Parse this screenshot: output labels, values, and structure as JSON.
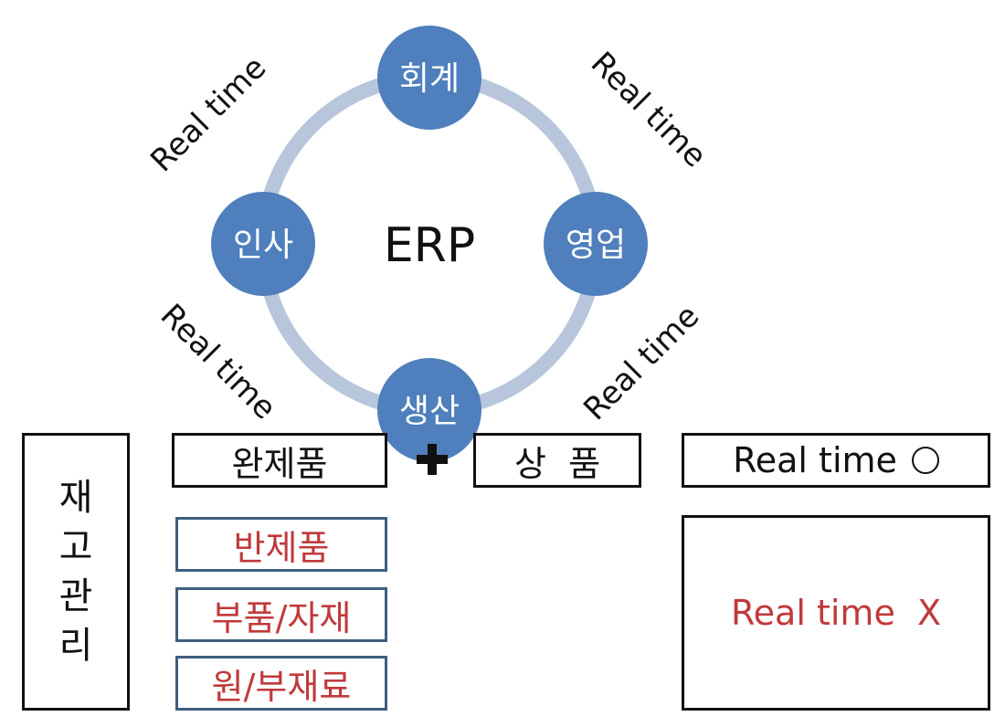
{
  "center_label": "ERP",
  "nodes": {
    "top": "회계",
    "left": "인사",
    "right": "영업",
    "bottom": "생산"
  },
  "connector_labels": {
    "top_left": "Real time",
    "top_right": "Real time",
    "bottom_left": "Real time",
    "bottom_right": "Real time"
  },
  "inventory": {
    "title_chars": [
      "재",
      "고",
      "관",
      "리"
    ],
    "finished_goods": "완제품",
    "merchandise": "상  품",
    "semi_finished": "반제품",
    "parts_materials": "부품/자재",
    "raw_materials": "원/부재료"
  },
  "legend": {
    "realtime_yes": "Real time",
    "realtime_no": "Real time  X"
  },
  "colors": {
    "node_fill": "#4f7fbc",
    "ring": "#b8c6dc",
    "red_text": "#c0393b",
    "blue_border": "#3f5e7e"
  }
}
